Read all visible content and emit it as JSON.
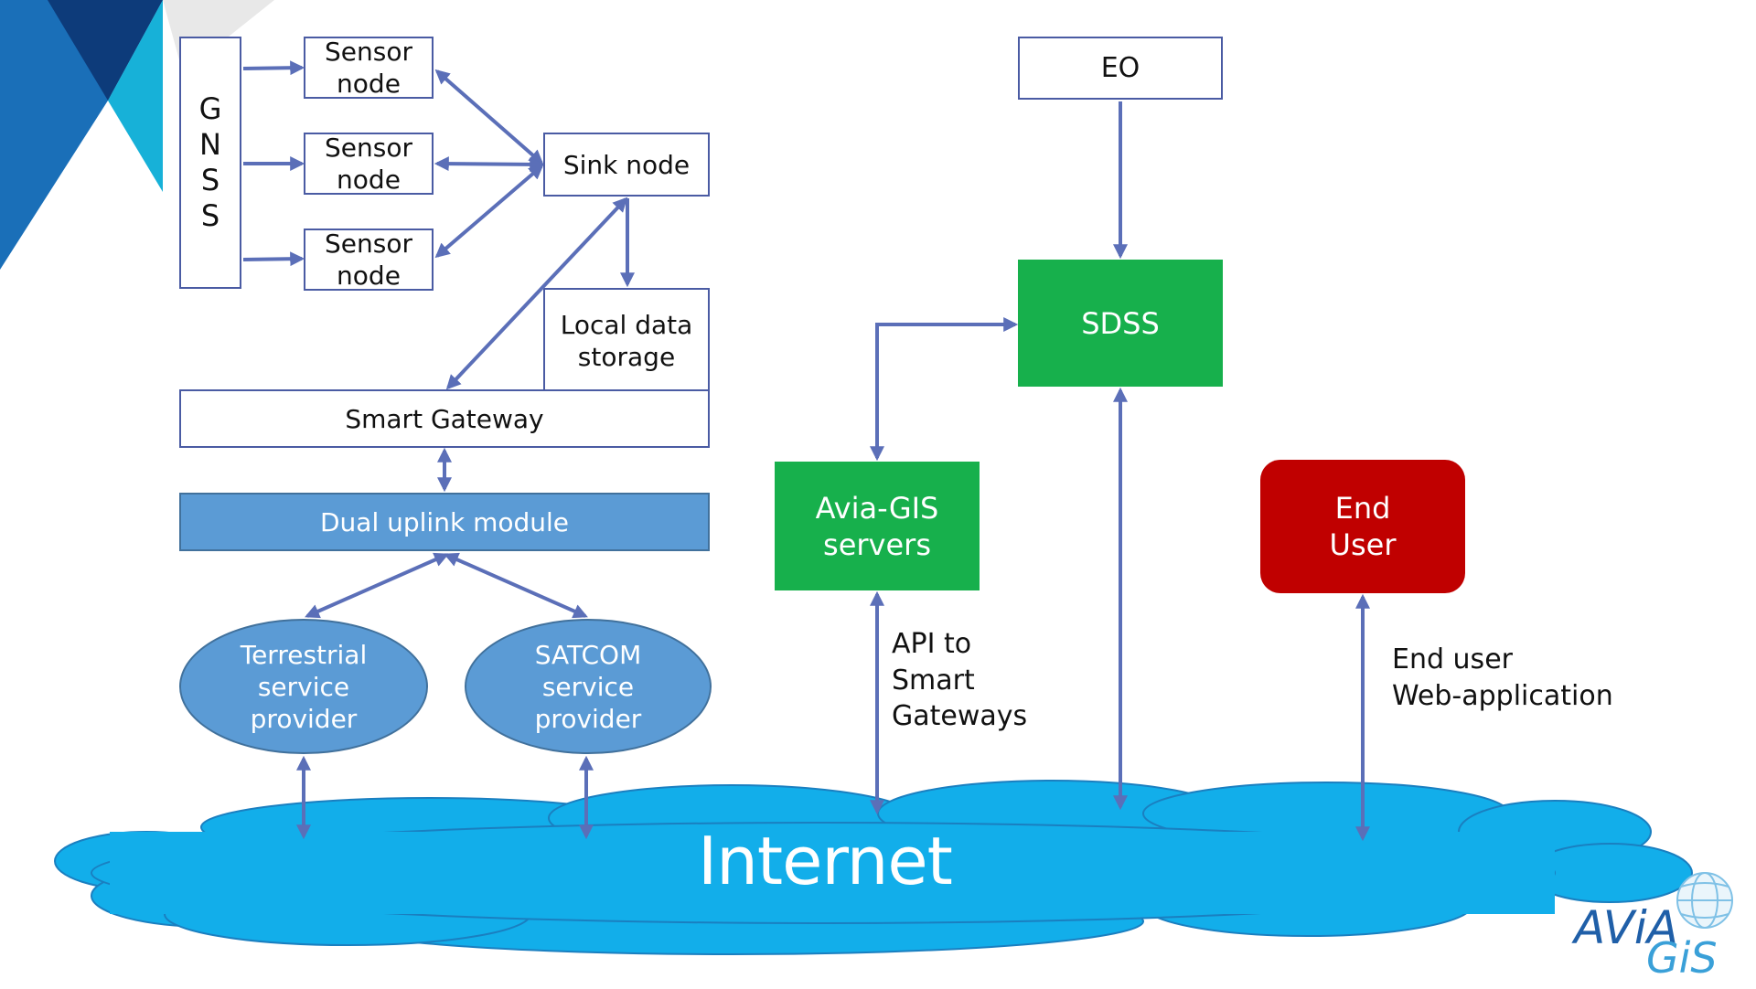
{
  "diagram": {
    "gnss": "G\nN\nS\nS",
    "sensor_nodes": [
      "Sensor\nnode",
      "Sensor\nnode",
      "Sensor\nnode"
    ],
    "sink_node": "Sink node",
    "local_data_storage": "Local data\nstorage",
    "smart_gateway": "Smart Gateway",
    "dual_uplink": "Dual uplink module",
    "terrestrial": "Terrestrial\nservice\nprovider",
    "satcom": "SATCOM\nservice\nprovider",
    "eo": "EO",
    "sdss": "SDSS",
    "aviagis_servers": "Avia-GIS\nservers",
    "end_user": "End\nUser",
    "api_label": "API to\nSmart\nGateways",
    "webapp_label": "End user\nWeb-application",
    "internet": "Internet"
  },
  "logo": {
    "brand_top": "AViA",
    "brand_bottom": "GiS"
  },
  "colors": {
    "arrow": "#5b6fb8",
    "box_border": "#4a5ba3",
    "uplink_fill": "#5b9bd5",
    "green": "#17b04c",
    "red": "#c00000",
    "cloud": "#12aeea",
    "corner_dark": "#0d3b7a",
    "corner_light": "#17b1d8"
  }
}
